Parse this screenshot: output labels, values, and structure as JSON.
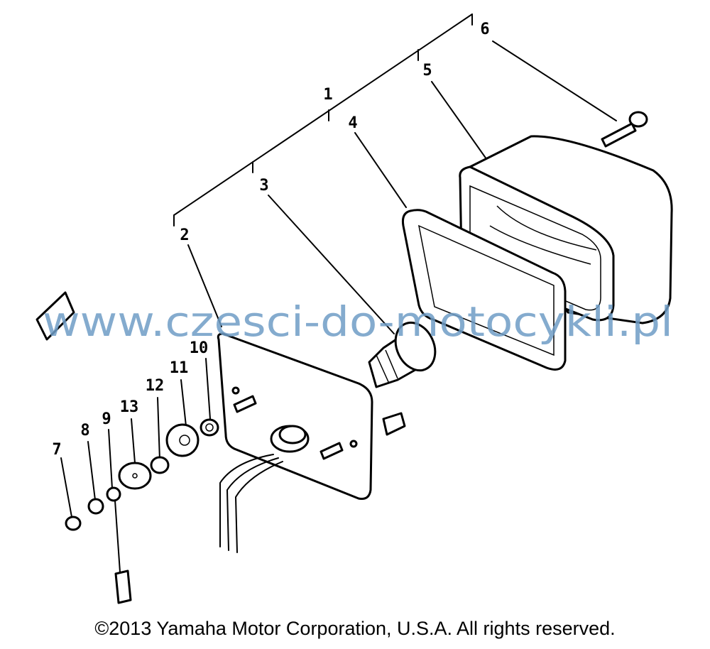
{
  "callouts": [
    "1",
    "2",
    "3",
    "4",
    "5",
    "6",
    "7",
    "8",
    "9",
    "10",
    "11",
    "12",
    "13"
  ],
  "watermark": "www.czesci-do-motocykli.pl",
  "copyright": "©2013 Yamaha Motor Corporation, U.S.A. All rights reserved."
}
